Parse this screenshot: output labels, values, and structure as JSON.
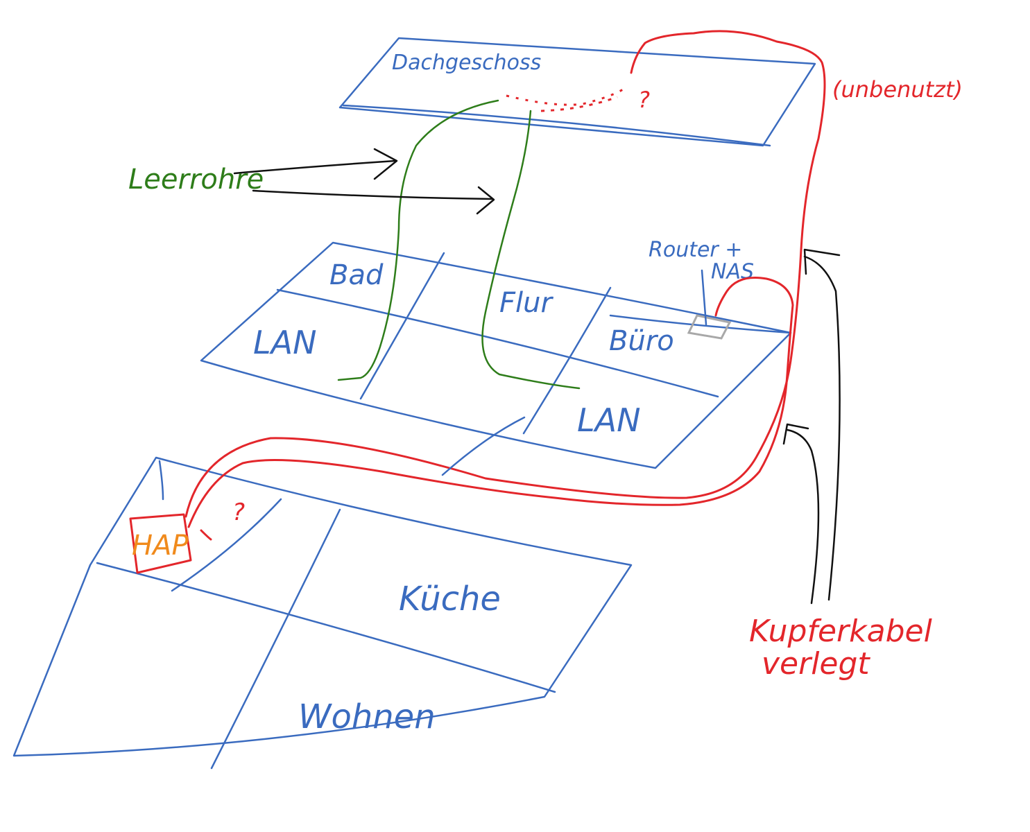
{
  "floors": {
    "attic": {
      "label": "Dachgeschoss",
      "unknown_mark": "?"
    },
    "upper": {
      "rooms": {
        "bath": "Bad",
        "hall": "Flur",
        "office": "Büro",
        "lan_left": "LAN",
        "lan_right": "LAN"
      },
      "device_label": "Router +\nNAS"
    },
    "ground": {
      "rooms": {
        "kitchen": "Küche",
        "living": "Wohnen"
      },
      "hap_label": "HAP",
      "unknown_mark": "?"
    }
  },
  "annotations": {
    "conduits": "Leerrohre",
    "unused": "(unbenutzt)",
    "copper_line1": "Kupferkabel",
    "copper_line2": "verlegt"
  },
  "colors": {
    "floor_outline": "#3a6bbf",
    "copper_cable": "#e3262b",
    "conduit": "#2e7d1a",
    "arrow": "#111111",
    "hap": "#f08a1c",
    "device_box": "#a8a8a8"
  }
}
